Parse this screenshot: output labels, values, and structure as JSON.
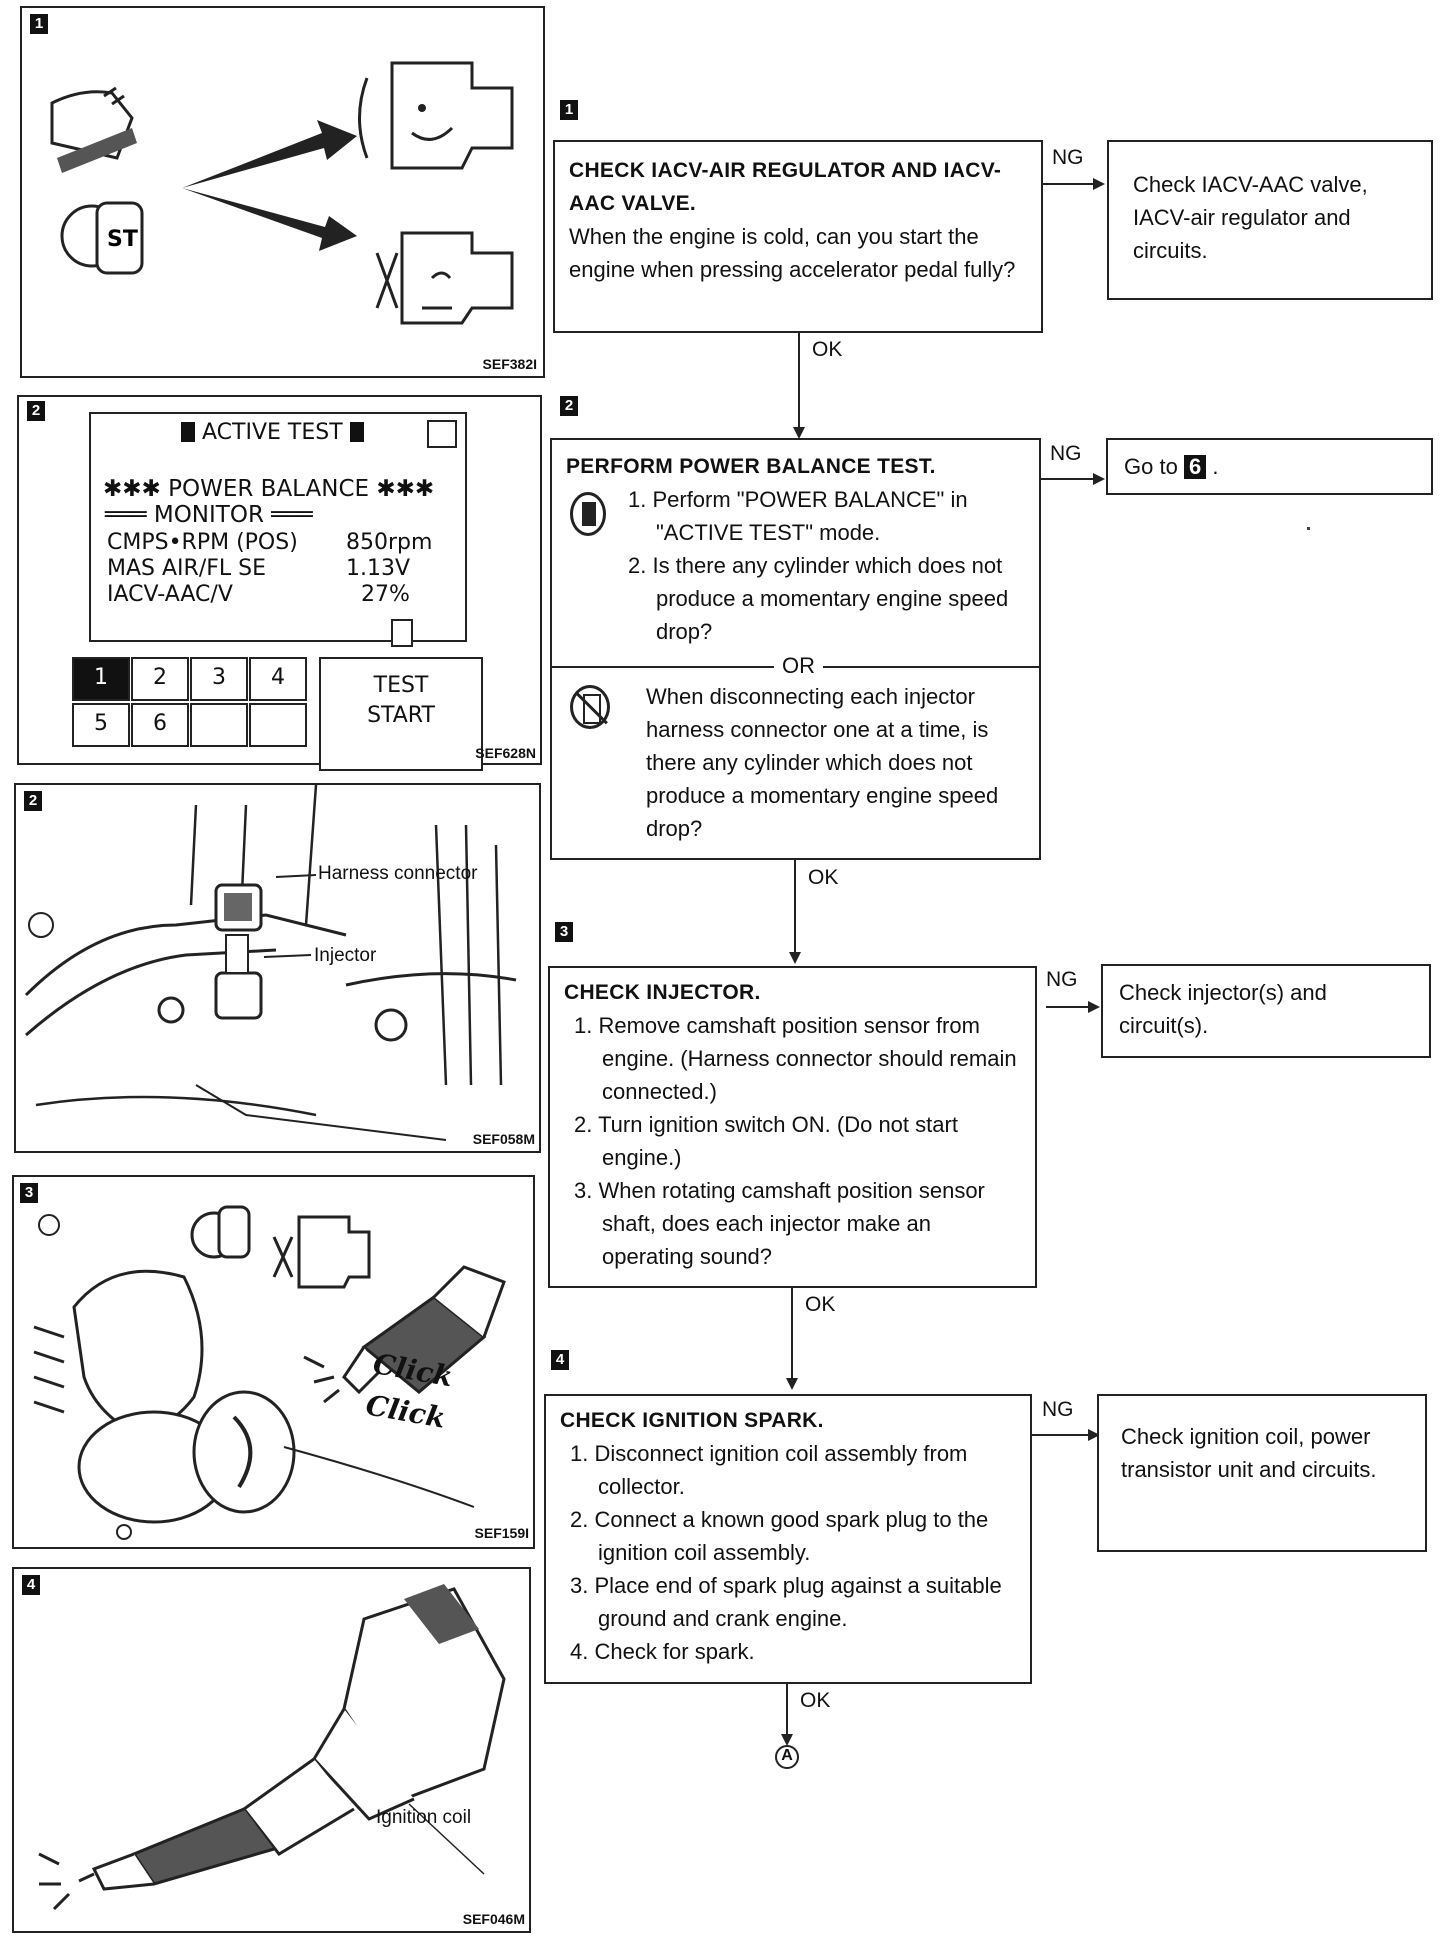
{
  "figures": {
    "fig1": {
      "badge": "1",
      "code": "SEF382I"
    },
    "fig2": {
      "badge": "2",
      "code": "SEF628N",
      "screen_title": "ACTIVE TEST",
      "line1": "✱✱✱ POWER BALANCE ✱✱✱",
      "line2": "═══ MONITOR ═══",
      "rows": [
        {
          "label": "CMPS•RPM (POS)",
          "value": "850rpm"
        },
        {
          "label": "MAS AIR/FL SE",
          "value": "1.13V"
        },
        {
          "label": "IACV-AAC/V",
          "value": "27%"
        }
      ],
      "keys": [
        "1",
        "2",
        "3",
        "4",
        "5",
        "6"
      ],
      "test_start": "TEST START"
    },
    "fig3": {
      "badge": "2",
      "code": "SEF058M",
      "label_harness": "Harness connector",
      "label_injector": "Injector"
    },
    "fig4": {
      "badge": "3",
      "code": "SEF159I",
      "click": "Click Click"
    },
    "fig5": {
      "badge": "4",
      "code": "SEF046M",
      "label_coil": "Ignition coil"
    }
  },
  "flow": {
    "step1": {
      "badge": "1",
      "title": "CHECK IACV-AIR REGULATOR AND IACV-AAC VALVE.",
      "body": "When the engine is cold, can you start the engine when pressing accelerator pedal fully?",
      "ng": "NG",
      "ng_box": "Check IACV-AAC valve, IACV-air regulator and circuits.",
      "ok": "OK"
    },
    "step2": {
      "badge": "2",
      "title": "PERFORM POWER BALANCE TEST.",
      "items": [
        "1. Perform \"POWER BALANCE\" in \"ACTIVE TEST\" mode.",
        "2. Is there any cylinder which does not produce a momentary engine speed drop?"
      ],
      "or": "OR",
      "alt": "When disconnecting each injector harness connector one at a time, is there any cylinder which does not produce a momentary engine speed drop?",
      "ng": "NG",
      "ng_box_prefix": "Go to",
      "ng_box_num": "6",
      "ng_box_suffix": ".",
      "ok": "OK"
    },
    "step3": {
      "badge": "3",
      "title": "CHECK INJECTOR.",
      "items": [
        "1. Remove camshaft position sensor from engine. (Harness connector should remain connected.)",
        "2. Turn ignition switch ON. (Do not start engine.)",
        "3. When rotating camshaft position sensor shaft, does each injector make an operating sound?"
      ],
      "ng": "NG",
      "ng_box": "Check injector(s) and circuit(s).",
      "ok": "OK"
    },
    "step4": {
      "badge": "4",
      "title": "CHECK IGNITION SPARK.",
      "items": [
        "1. Disconnect ignition coil assembly from collector.",
        "2. Connect a known good spark plug to the ignition coil assembly.",
        "3. Place end of spark plug against a suitable ground and crank engine.",
        "4. Check for spark."
      ],
      "ng": "NG",
      "ng_box": "Check ignition coil, power transistor unit and circuits.",
      "ok": "OK",
      "connector": "A"
    }
  }
}
